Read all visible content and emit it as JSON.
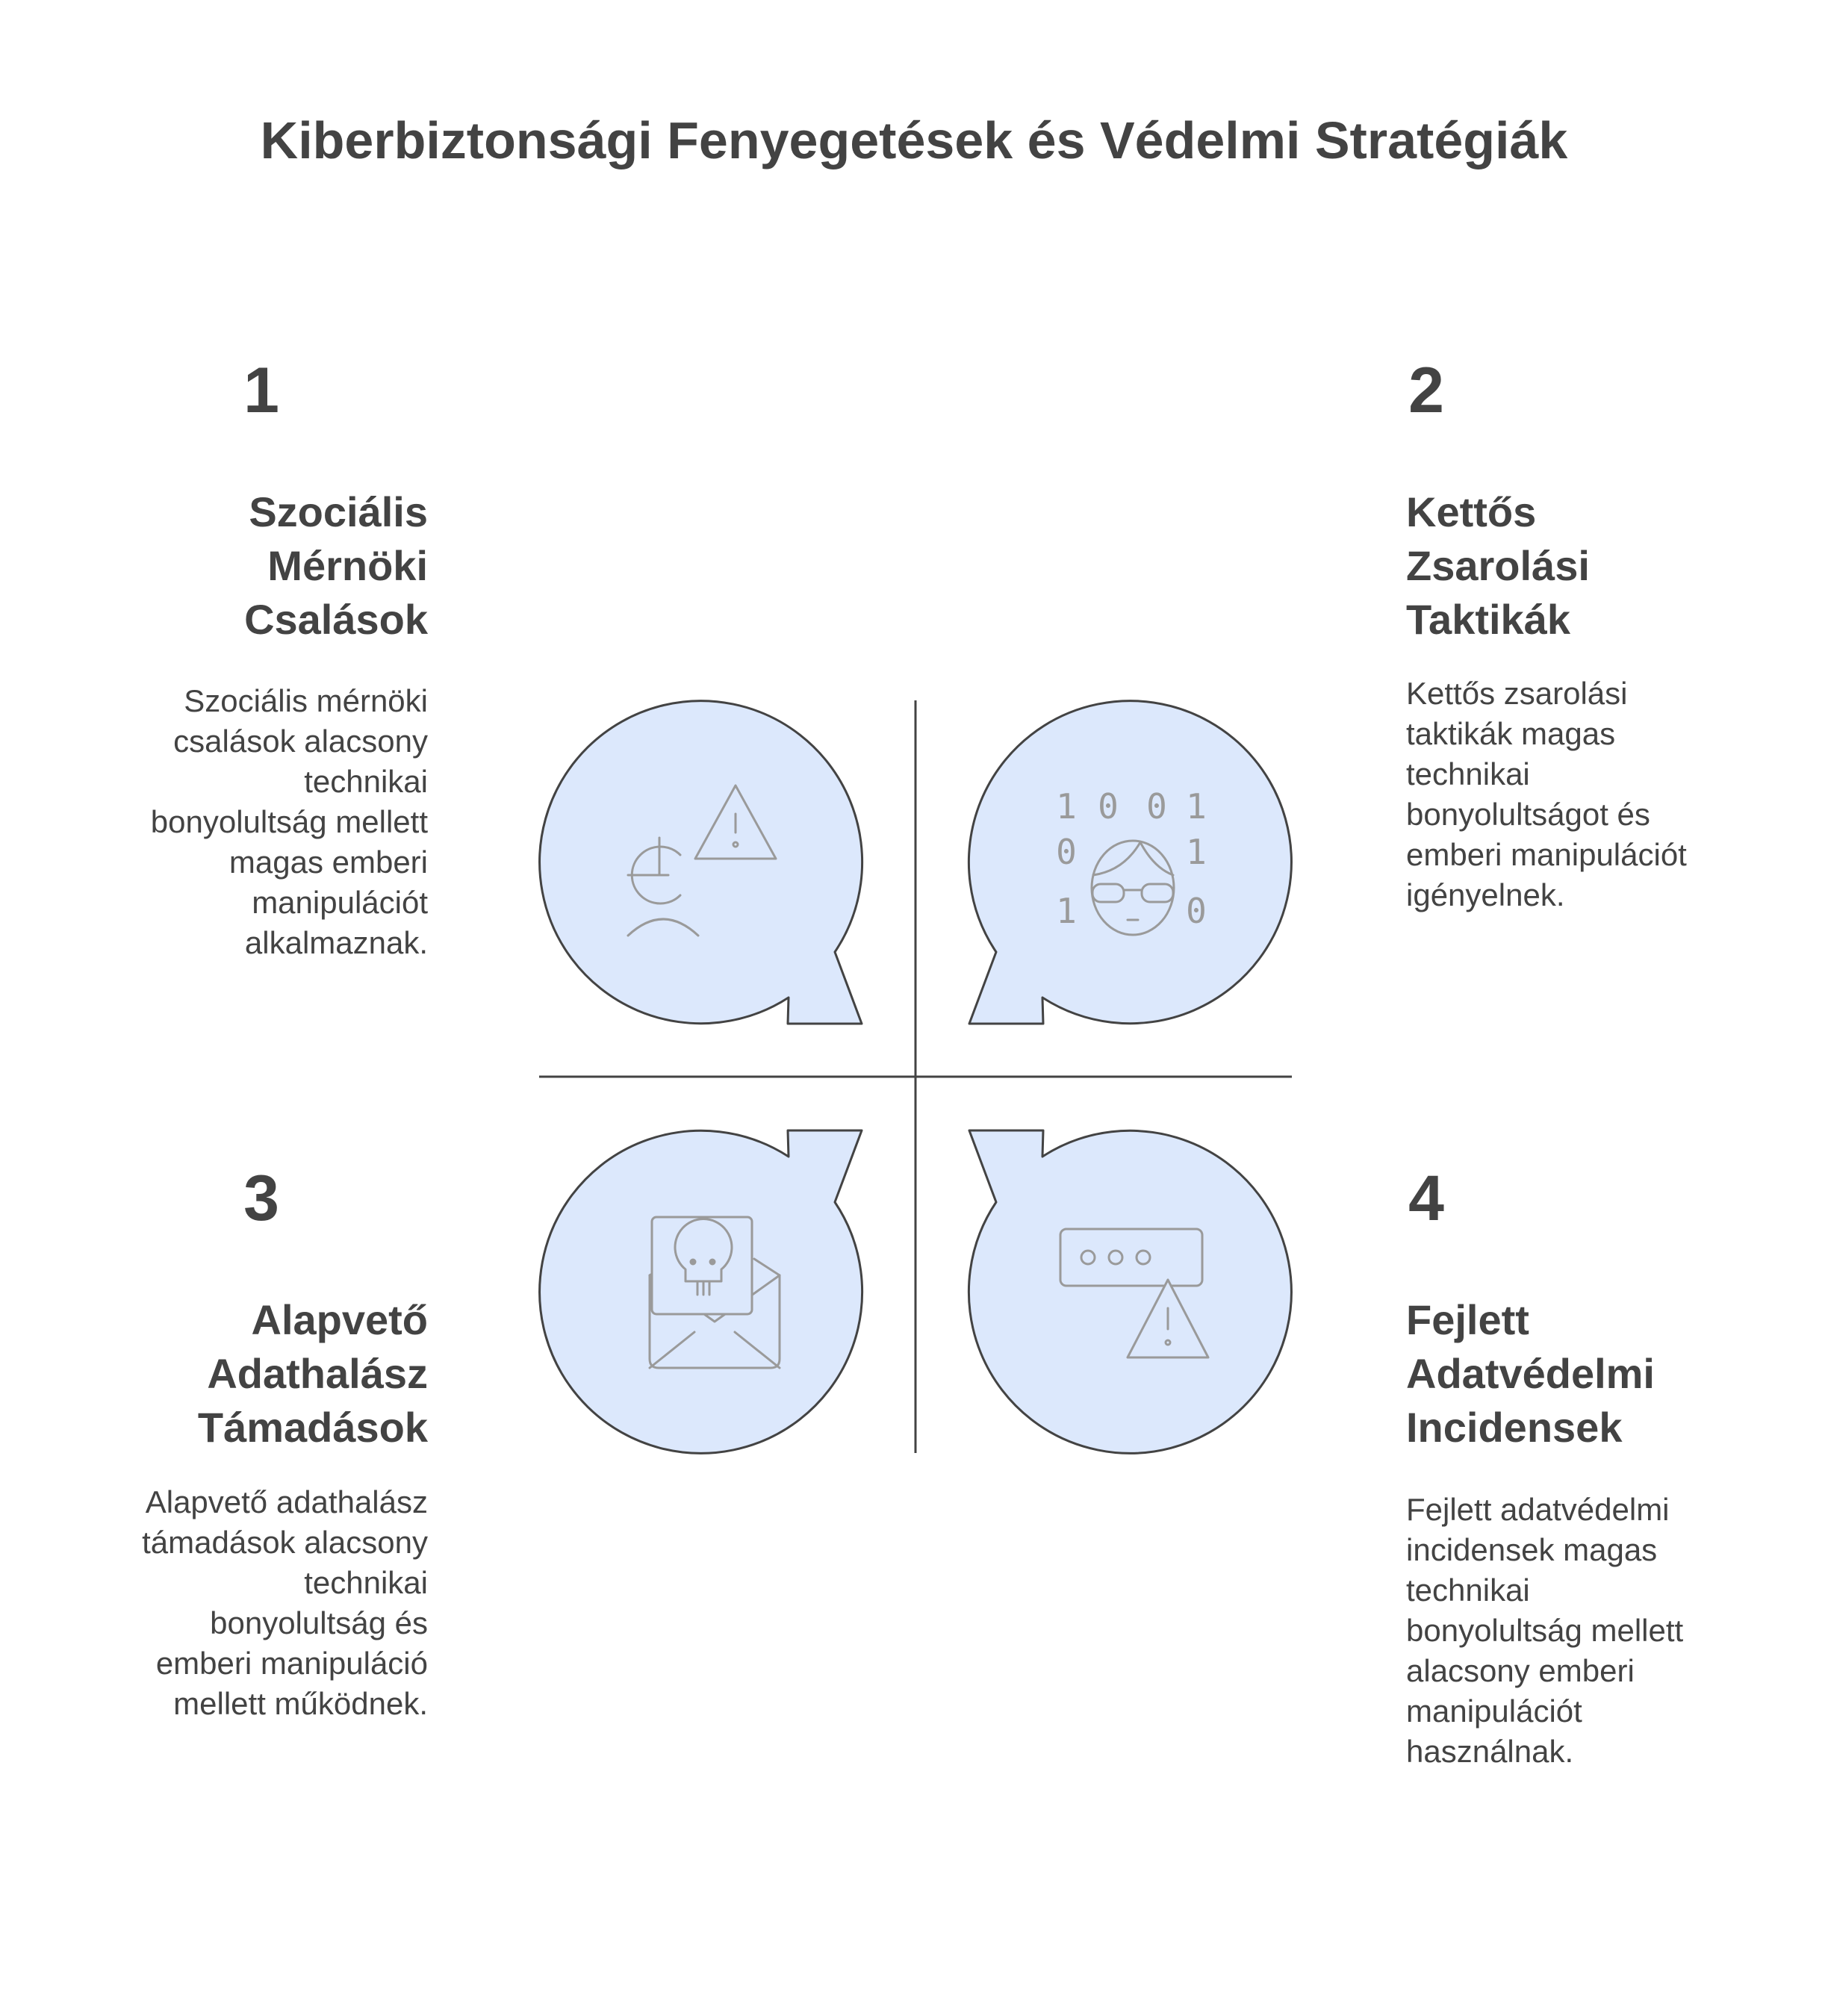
{
  "title": "Kiberbiztonsági Fenyegetések és Védelmi Stratégiák",
  "quadrants": [
    {
      "number": "1",
      "heading": [
        "Szociális",
        "Mérnöki",
        "Csalások"
      ],
      "description": [
        "Szociális mérnöki",
        "csalások alacsony",
        "technikai",
        "bonyolultság mellett",
        "magas emberi",
        "manipulációt",
        "alkalmaznak."
      ],
      "icon": "euro-user-warning-icon"
    },
    {
      "number": "2",
      "heading": [
        "Kettős",
        "Zsarolási",
        "Taktikák"
      ],
      "description": [
        "Kettős zsarolási",
        "taktikák magas",
        "technikai",
        "bonyolultságot és",
        "emberi manipulációt",
        "igényelnek."
      ],
      "icon": "hacker-binary-icon"
    },
    {
      "number": "3",
      "heading": [
        "Alapvető",
        "Adathalász",
        "Támadások"
      ],
      "description": [
        "Alapvető adathalász",
        "támadások alacsony",
        "technikai",
        "bonyolultság és",
        "emberi manipuláció",
        "mellett működnek."
      ],
      "icon": "phishing-email-skull-icon"
    },
    {
      "number": "4",
      "heading": [
        "Fejlett",
        "Adatvédelmi",
        "Incidensek"
      ],
      "description": [
        "Fejlett adatvédelmi",
        "incidensek magas",
        "technikai",
        "bonyolultság mellett",
        "alacsony emberi",
        "manipulációt",
        "használnak."
      ],
      "icon": "password-warning-icon"
    }
  ],
  "colors": {
    "bubble_fill": "#dce8fc",
    "bubble_stroke": "#434343",
    "icon_stroke": "#9a9a9a",
    "text": "#434343"
  },
  "binary_digits": [
    "1",
    "0",
    "0",
    "1",
    "0",
    "1",
    "1",
    "0"
  ]
}
